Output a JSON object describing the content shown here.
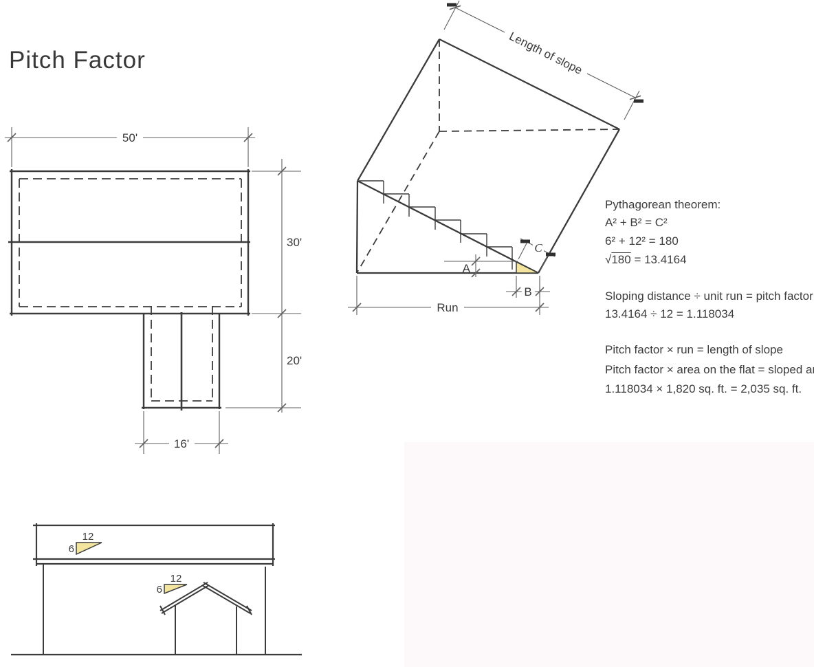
{
  "title": "Pitch Factor",
  "colors": {
    "line": "#3b3b3b",
    "dimension_line": "#5f5f5f",
    "pitch_triangle_fill": "#f3e59e",
    "background_panel": "#fdf9fa"
  },
  "plan": {
    "width_label": "50'",
    "height_label": "30'",
    "wing_depth_label": "20'",
    "wing_width_label": "16'"
  },
  "iso": {
    "slope_label": "Length of slope",
    "run_label": "Run",
    "a_label": "A",
    "b_label": "B",
    "c_label": "C"
  },
  "elevation": {
    "flat_pitch": {
      "run_label": "12",
      "rise_label": "6"
    },
    "gable_pitch": {
      "run_label": "12",
      "rise_label": "6"
    }
  },
  "formulas": {
    "pythagorean": {
      "heading": "Pythagorean theorem:",
      "line1": "A² + B² = C²",
      "line2": "6² + 12² = 180",
      "sqrt_symbol": "√",
      "sqrt_arg": "180",
      "sqrt_rest": " = 13.4164"
    },
    "pitch_factor": {
      "line1": "Sloping distance ÷ unit run = pitch factor",
      "line2": "13.4164 ÷ 12 = 1.118034",
      "line3": "Pitch factor × run = length of slope",
      "line4": "Pitch factor × area on the flat = sloped area",
      "line5": "1.118034 × 1,820 sq. ft. = 2,035 sq. ft."
    }
  }
}
